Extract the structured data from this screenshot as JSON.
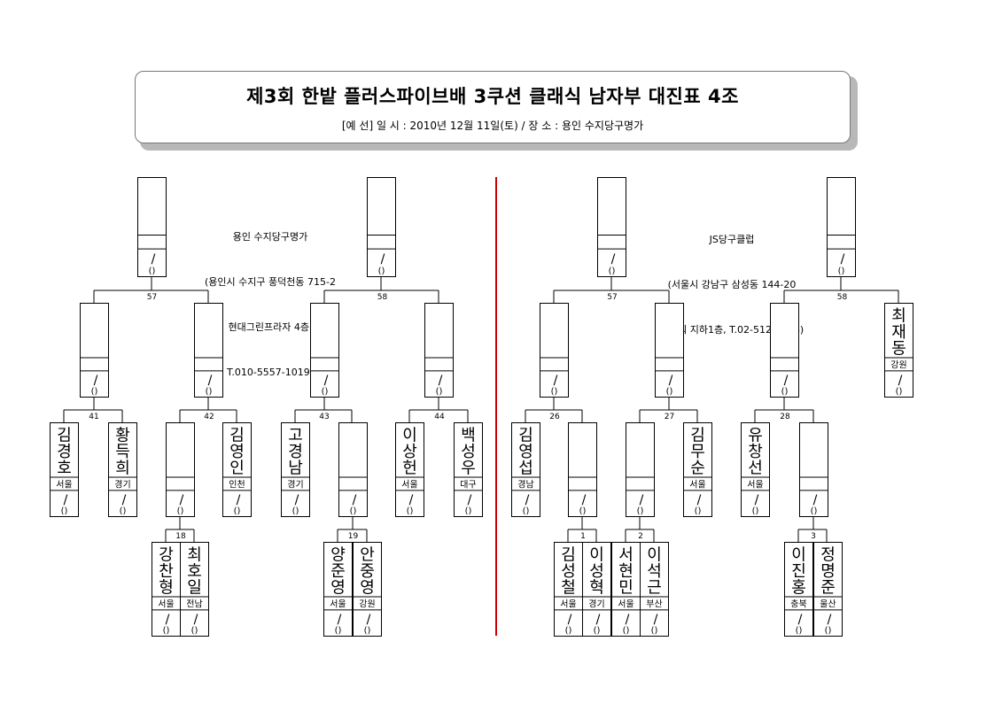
{
  "header": {
    "title": "제3회 한밭 플러스파이브배 3쿠션 클래식 남자부 대진표 4조",
    "subtitle": "[예  선]  일 시 : 2010년 12월 11일(토)   /   장 소 : 용인 수지당구명가"
  },
  "venues": {
    "left": {
      "line1": "용인 수지당구명가",
      "line2": "(용인시 수지구 풍덕천동 715-2",
      "line3": "현대그린프라자 4층,",
      "line4": "T.010-5557-1019)"
    },
    "right": {
      "line1": "JS당구클럽",
      "line2": "(서울시 강남구 삼성동 144-20",
      "line3": "JS타워 지하1층, T.02-512-3934)"
    }
  },
  "colors": {
    "divider": "#cc0000"
  },
  "slot_text": {
    "score": "/",
    "hcap": "()"
  },
  "match_numbers": {
    "l57": "57",
    "l58": "58",
    "m41": "41",
    "m42": "42",
    "m43": "43",
    "m44": "44",
    "m18": "18",
    "m19": "19",
    "r57": "57",
    "r58": "58",
    "m26": "26",
    "m27": "27",
    "m28": "28",
    "m1": "1",
    "m2": "2",
    "m3": "3"
  },
  "players": {
    "p1": {
      "name": "김경호",
      "region": "서울"
    },
    "p2": {
      "name": "황득희",
      "region": "경기"
    },
    "p3": {
      "name": "김영인",
      "region": "인천"
    },
    "p4": {
      "name": "고경남",
      "region": "경기"
    },
    "p5": {
      "name": "이상헌",
      "region": "서울"
    },
    "p6": {
      "name": "백성우",
      "region": "대구"
    },
    "p7": {
      "name": "강찬형",
      "region": "서울"
    },
    "p8": {
      "name": "최호일",
      "region": "전남"
    },
    "p9": {
      "name": "양준영",
      "region": "서울"
    },
    "p10": {
      "name": "안중영",
      "region": "강원"
    },
    "p11": {
      "name": "최재동",
      "region": "강원"
    },
    "p12": {
      "name": "김영섭",
      "region": "경남"
    },
    "p13": {
      "name": "김무순",
      "region": "서울"
    },
    "p14": {
      "name": "유창선",
      "region": "서울"
    },
    "p15": {
      "name": "김성철",
      "region": "서울"
    },
    "p16": {
      "name": "이성혁",
      "region": "경기"
    },
    "p17": {
      "name": "서현민",
      "region": "서울"
    },
    "p18": {
      "name": "이석근",
      "region": "부산"
    },
    "p19": {
      "name": "이진홍",
      "region": "충북"
    },
    "p20": {
      "name": "정명준",
      "region": "울산"
    }
  }
}
